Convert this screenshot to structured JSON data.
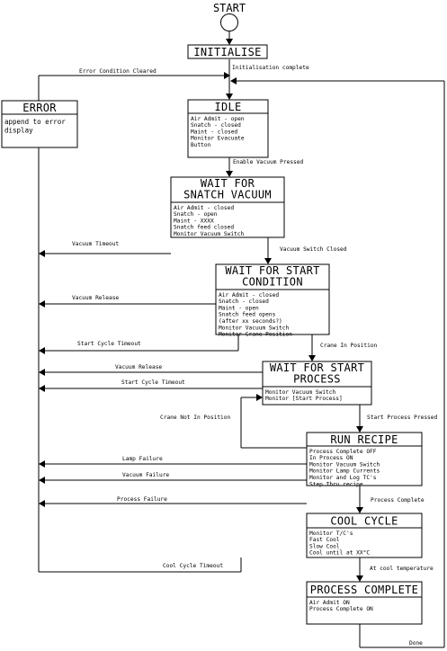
{
  "start": {
    "label": "START"
  },
  "states": {
    "initialise": {
      "title": [
        "INITIALISE"
      ],
      "lines": []
    },
    "idle": {
      "title": [
        "IDLE"
      ],
      "lines": [
        "Air Admit - open",
        "Snatch - closed",
        "Maint - closed",
        "Monitor Evacuate",
        "Button"
      ]
    },
    "error": {
      "title": [
        "ERROR"
      ],
      "lines": [
        "append to error",
        "display"
      ]
    },
    "wait_snatch": {
      "title": [
        "WAIT FOR",
        "SNATCH VACUUM"
      ],
      "lines": [
        "Air Admit - closed",
        "Snatch - open",
        "Maint - XXXX",
        "Snatch feed closed",
        "Monitor Vacuum Switch"
      ]
    },
    "wait_start_condition": {
      "title": [
        "WAIT FOR START",
        "CONDITION"
      ],
      "lines": [
        "Air Admit - closed",
        "Snatch - closed",
        "Maint - open",
        "Snatch feed opens",
        "(after xx seconds?)",
        "Monitor Vacuum Switch",
        "Monitor Crane Position"
      ]
    },
    "wait_start_process": {
      "title": [
        "WAIT FOR START",
        "PROCESS"
      ],
      "lines": [
        "Monitor Vacuum Switch",
        "Monitor [Start Process]"
      ]
    },
    "run_recipe": {
      "title": [
        "RUN RECIPE"
      ],
      "lines": [
        "Process Complete OFF",
        "In Process ON",
        "Monitor Vacuum Switch",
        "Monitor Lamp Currents",
        "Monitor and Log TC's",
        "Step Thru recipe"
      ]
    },
    "cool_cycle": {
      "title": [
        "COOL CYCLE"
      ],
      "lines": [
        "Monitor T/C's",
        "Fast Cool",
        "Slow Cool",
        "Cool until at XX°C"
      ]
    },
    "process_complete": {
      "title": [
        "PROCESS COMPLETE"
      ],
      "lines": [
        "Air Admit ON",
        "Process Complete ON"
      ]
    }
  },
  "transitions": {
    "error_condition_cleared": "Error Condition Cleared",
    "initialisation_complete": "Initialisation complete",
    "enable_vacuum_pressed": "Enable Vacuum Pressed",
    "vacuum_timeout": "Vacuum Timeout",
    "vacuum_switch_closed": "Vacuum Switch Closed",
    "vacuum_release_1": "Vacuum Release",
    "start_cycle_timeout_1": "Start Cycle Timeout",
    "crane_in_position": "Crane In Position",
    "vacuum_release_2": "Vacuum Release",
    "start_cycle_timeout_2": "Start Cycle Timeout",
    "crane_not_in_position": "Crane Not In Position",
    "start_process_pressed": "Start Process Pressed",
    "lamp_failure": "Lamp Failure",
    "vacuum_failure": "Vacuum Failure",
    "process_failure": "Process Failure",
    "process_complete": "Process Complete",
    "cool_cycle_timeout": "Cool Cycle Timeout",
    "at_cool_temperature": "At cool temperature",
    "done": "Done"
  }
}
